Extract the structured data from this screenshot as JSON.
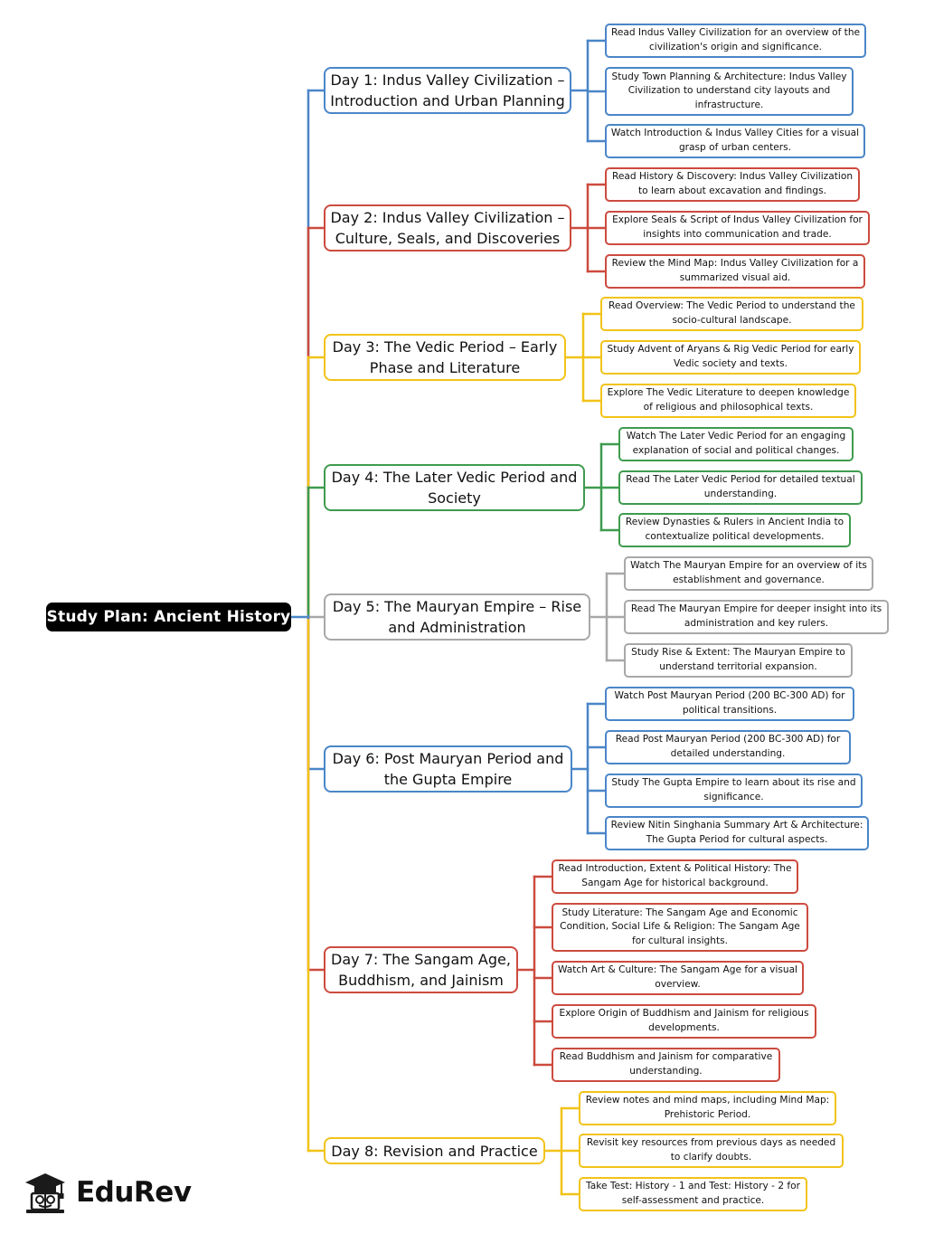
{
  "root": {
    "label": "Study Plan: Ancient History"
  },
  "logo": {
    "text": "EduRev",
    "icon": "graduation-cap-book-icon"
  },
  "days": [
    {
      "title": "Day 1: Indus Valley Civilization –\nIntroduction and Urban Planning",
      "color": "#4a86c8",
      "items": [
        "Read Indus Valley Civilization for an overview of the\ncivilization's origin and significance.",
        "Study Town Planning & Architecture: Indus Valley\nCivilization to understand city layouts and\ninfrastructure.",
        "Watch Introduction & Indus Valley Cities for a visual\ngrasp of urban centers."
      ]
    },
    {
      "title": "Day 2: Indus Valley Civilization –\nCulture, Seals, and Discoveries",
      "color": "#cc4b3f",
      "items": [
        "Read History & Discovery: Indus Valley Civilization\nto learn about excavation and findings.",
        "Explore Seals & Script of Indus Valley Civilization for\ninsights into communication and trade.",
        "Review the Mind Map: Indus Valley Civilization for a\nsummarized visual aid."
      ]
    },
    {
      "title": "Day 3: The Vedic Period – Early\nPhase and Literature",
      "color": "#f2c318",
      "items": [
        "Read Overview: The Vedic Period to understand the\nsocio-cultural landscape.",
        "Study Advent of Aryans & Rig Vedic Period for early\nVedic society and texts.",
        "Explore The Vedic Literature to deepen knowledge\nof religious and philosophical texts."
      ]
    },
    {
      "title": "Day 4: The Later Vedic Period and\nSociety",
      "color": "#3f9b4f",
      "items": [
        "Watch The Later Vedic Period for an engaging\nexplanation of social and political changes.",
        "Read The Later Vedic Period for detailed textual\nunderstanding.",
        "Review Dynasties & Rulers in Ancient India to\ncontextualize political developments."
      ]
    },
    {
      "title": "Day 5: The Mauryan Empire – Rise\nand Administration",
      "color": "#a8a8a8",
      "items": [
        "Watch The Mauryan Empire for an overview of its\nestablishment and governance.",
        "Read The Mauryan Empire for deeper insight into its\nadministration and key rulers.",
        "Study Rise & Extent: The Mauryan Empire to\nunderstand territorial expansion."
      ]
    },
    {
      "title": "Day 6: Post Mauryan Period and\nthe Gupta Empire",
      "color": "#4a86c8",
      "items": [
        "Watch Post Mauryan Period (200 BC-300 AD) for\npolitical transitions.",
        "Read Post Mauryan Period (200 BC-300 AD) for\ndetailed understanding.",
        "Study The Gupta Empire to learn about its rise and\nsignificance.",
        "Review Nitin Singhania Summary Art & Architecture:\nThe Gupta Period for cultural aspects."
      ]
    },
    {
      "title": "Day 7: The Sangam Age,\nBuddhism, and Jainism",
      "color": "#cc4b3f",
      "items": [
        "Read Introduction, Extent & Political History: The\nSangam Age for historical background.",
        "Study Literature: The Sangam Age and Economic\nCondition, Social Life & Religion: The Sangam Age\nfor cultural insights.",
        "Watch Art & Culture: The Sangam Age for a visual\noverview.",
        "Explore Origin of Buddhism and Jainism for religious\ndevelopments.",
        "Read Buddhism and Jainism for comparative\nunderstanding."
      ]
    },
    {
      "title": "Day 8: Revision and Practice",
      "color": "#f2c318",
      "items": [
        "Review notes and mind maps, including Mind Map:\nPrehistoric Period.",
        "Revisit key resources from previous days as needed\nto clarify doubts.",
        "Take Test: History - 1 and Test: History - 2 for\nself-assessment and practice."
      ]
    }
  ]
}
